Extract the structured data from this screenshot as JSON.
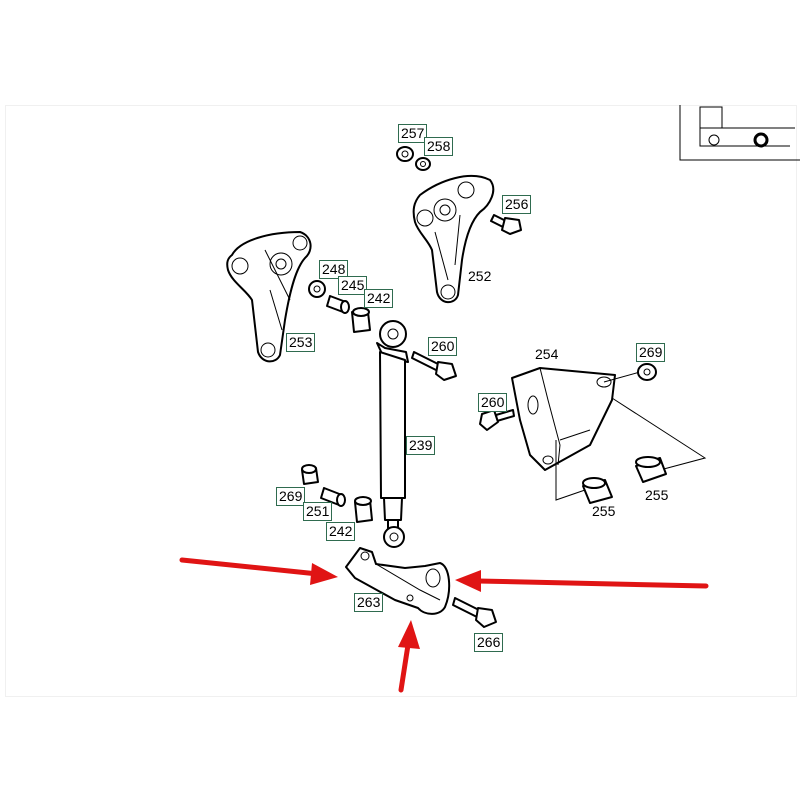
{
  "diagram": {
    "callouts": {
      "c257": "257",
      "c258": "258",
      "c256": "256",
      "c248": "248",
      "c245": "245",
      "c242a": "242",
      "c253": "253",
      "c260a": "260",
      "c269a": "269",
      "c260b": "260",
      "c239": "239",
      "c269b": "269",
      "c251": "251",
      "c242b": "242",
      "c263": "263",
      "c266": "266"
    },
    "plain_labels": {
      "p252": "252",
      "p254": "254",
      "p255a": "255",
      "p255b": "255"
    },
    "colors": {
      "callout_border": "#2f6b4f",
      "arrow": "#e01414",
      "line": "#000000",
      "background": "#ffffff"
    },
    "icons": [
      "vehicle-chassis-icon"
    ]
  }
}
